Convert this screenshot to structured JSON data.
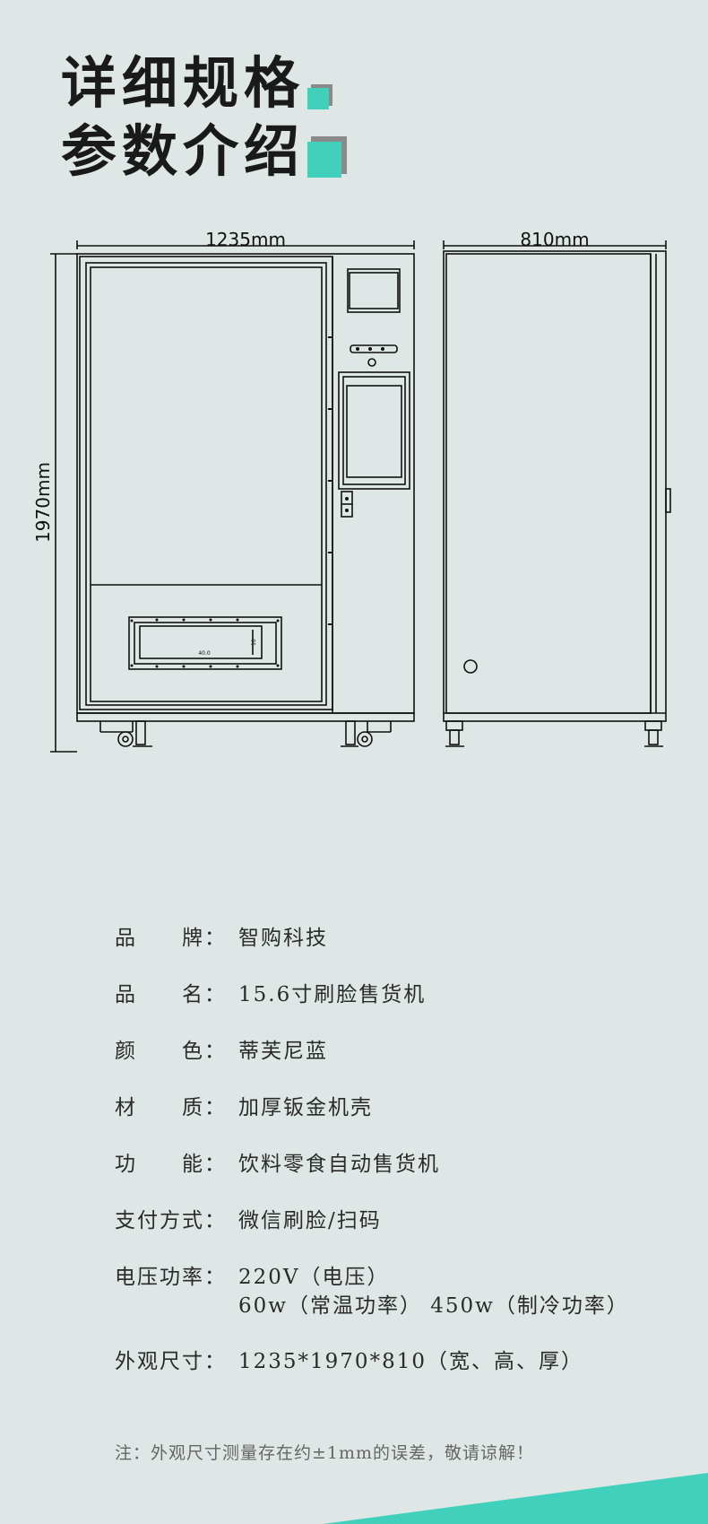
{
  "header": {
    "line1": "详细规格",
    "line2": "参数介绍",
    "accent_color": "#41d0bb"
  },
  "drawing": {
    "front_width": "1235mm",
    "side_width": "810mm",
    "height": "1970mm",
    "slot_label_w": "40.0",
    "slot_label_h": "10"
  },
  "specs": [
    {
      "label": "品　　牌：",
      "value": "智购科技"
    },
    {
      "label": "品　　名：",
      "value": "15.6寸刷脸售货机"
    },
    {
      "label": "颜　　色：",
      "value": "蒂芙尼蓝"
    },
    {
      "label": "材　　质：",
      "value": "加厚钣金机壳"
    },
    {
      "label": "功　　能：",
      "value": "饮料零食自动售货机"
    },
    {
      "label": "支付方式：",
      "value": "微信刷脸/扫码"
    },
    {
      "label": "电压功率：",
      "value": "220V（电压）",
      "value2": "60w（常温功率）  450w（制冷功率）"
    },
    {
      "label": "外观尺寸：",
      "value": "1235*1970*810（宽、高、厚）"
    }
  ],
  "note": "注：外观尺寸测量存在约±1mm的误差，敬请谅解！"
}
